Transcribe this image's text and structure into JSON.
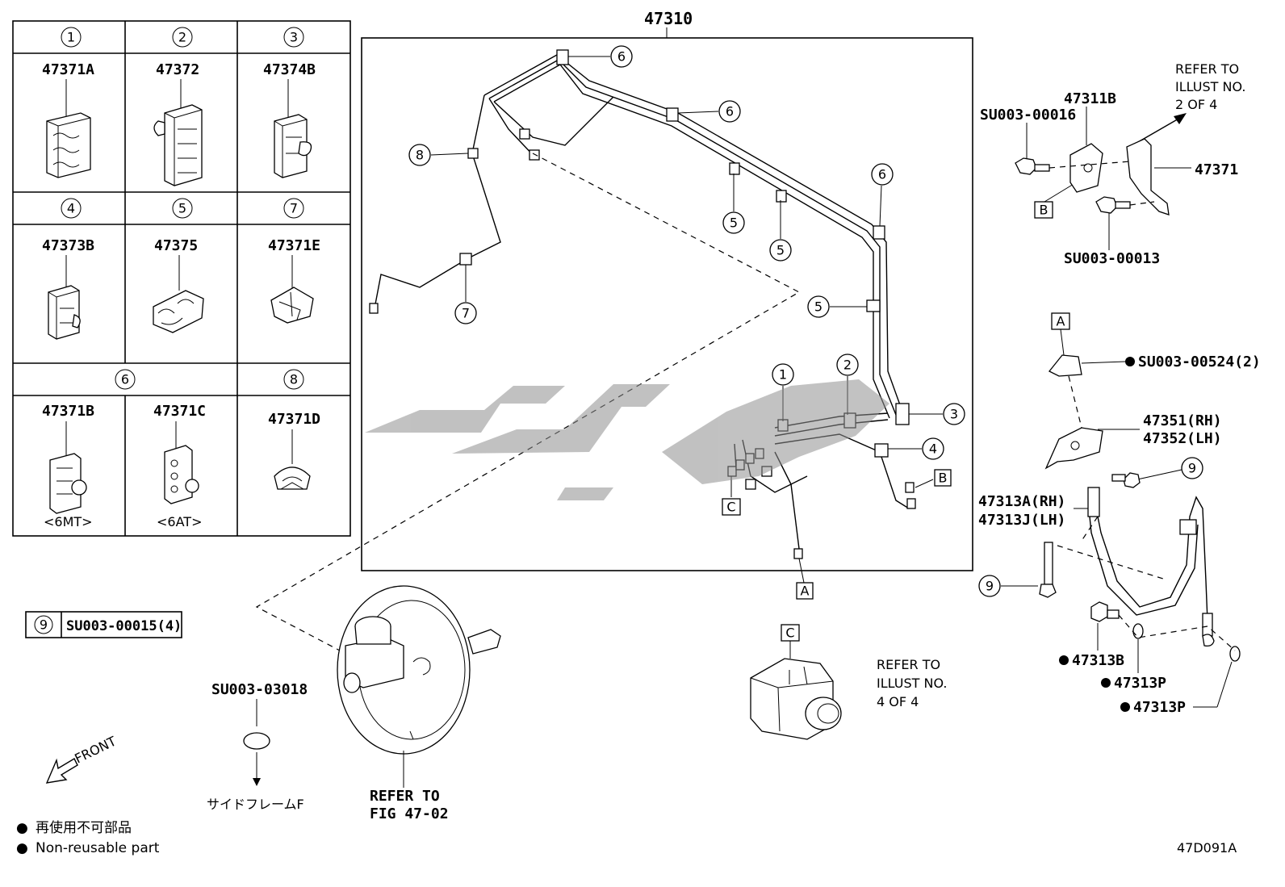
{
  "clip_table": {
    "cells": [
      {
        "index": "1",
        "part": "47371A"
      },
      {
        "index": "2",
        "part": "47372"
      },
      {
        "index": "3",
        "part": "47374B"
      },
      {
        "index": "4",
        "part": "47373B"
      },
      {
        "index": "5",
        "part": "47375"
      },
      {
        "index": "7",
        "part": "47371E"
      },
      {
        "index": "6",
        "part": "47371B",
        "note": "<6MT>"
      },
      {
        "index": "6",
        "part": "47371C",
        "note": "<6AT>"
      },
      {
        "index": "8",
        "part": "47371D"
      }
    ]
  },
  "bolt_box": {
    "index": "9",
    "part": "SU003-00015(4)"
  },
  "main_assembly": {
    "part": "47310"
  },
  "callouts": [
    "6",
    "6",
    "6",
    "8",
    "5",
    "5",
    "5",
    "7",
    "1",
    "2",
    "3",
    "4",
    "9",
    "9"
  ],
  "connectors": [
    "A",
    "B",
    "C",
    "A",
    "B",
    "C"
  ],
  "right_parts": {
    "refer_top": [
      "REFER TO",
      "ILLUST NO.",
      "2 OF 4"
    ],
    "bracket": "47311B",
    "bolt_top": "SU003-00016",
    "bracket_right": "47371",
    "bolt_bottom": "SU003-00013",
    "nut": "SU003-00524(2)",
    "bracket_hose": [
      "47351(RH)",
      "47352(LH)"
    ],
    "hose": [
      "47313A(RH)",
      "47313J(LH)"
    ],
    "union_bolt": "47313B",
    "gasket_1": "47313P",
    "gasket_2": "47313P"
  },
  "bottom": {
    "grommet_part": "SU003-03018",
    "grommet_target": "サイドフレームF",
    "master_refer": [
      "REFER TO",
      "FIG 47-02"
    ],
    "abs_refer": [
      "REFER TO",
      "ILLUST NO.",
      "4 OF 4"
    ],
    "front_label": "FRONT"
  },
  "legend": [
    {
      "symbol": "●",
      "text": "再使用不可部品"
    },
    {
      "symbol": "●",
      "text": "Non-reusable part"
    }
  ],
  "figure_code": "47D091A",
  "colors": {
    "line": "#000000",
    "background": "#ffffff",
    "watermark": "#9a9a9a"
  }
}
